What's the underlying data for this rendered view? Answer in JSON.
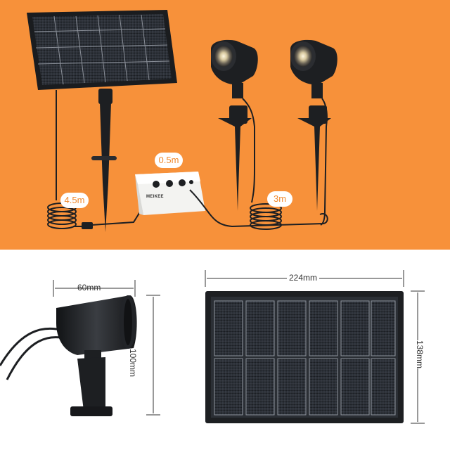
{
  "top_scene": {
    "cable_labels": {
      "panel_cable": "4.5m",
      "box_cable": "0.5m",
      "light_cable": "3m"
    },
    "controller_brand": "MEIKEE"
  },
  "bottom_scene": {
    "spotlight_dims": {
      "width": "60mm",
      "height": "100mm"
    },
    "panel_dims": {
      "width": "224mm",
      "height": "138mm"
    }
  },
  "colors": {
    "background_top": "#f7913a",
    "background_bottom": "#ffffff",
    "label_text": "#f08a2f",
    "product_dark": "#1d1f22"
  }
}
